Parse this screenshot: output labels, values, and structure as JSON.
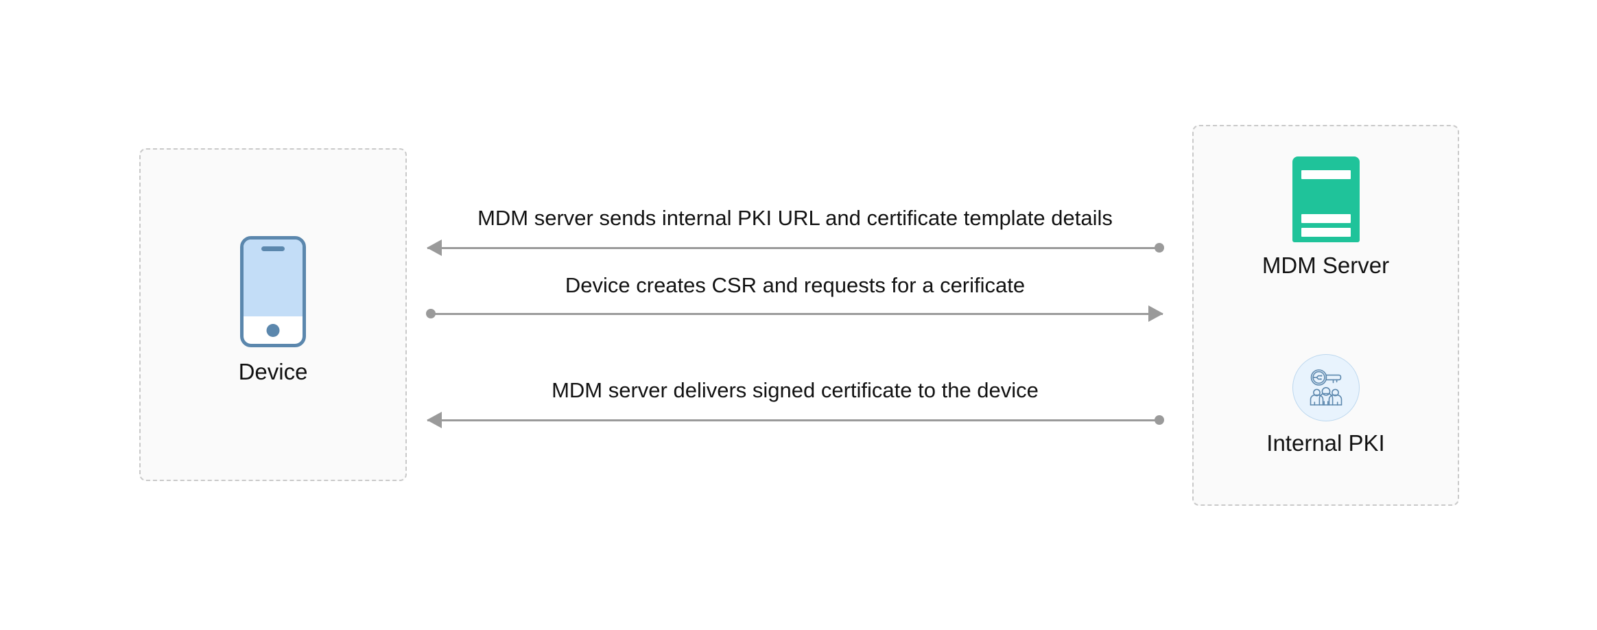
{
  "diagram": {
    "groups": [
      {
        "id": "device",
        "name": "device-group"
      },
      {
        "id": "backend",
        "name": "backend-group"
      }
    ],
    "nodes": [
      {
        "id": "device",
        "label": "Device",
        "icon": "mobile-phone-icon"
      },
      {
        "id": "mdm",
        "label": "MDM Server",
        "icon": "server-rack-icon"
      },
      {
        "id": "pki",
        "label": "Internal PKI",
        "icon": "key-and-people-icon"
      }
    ],
    "messages": [
      {
        "index": 1,
        "label": "MDM server sends internal PKI URL and certificate template details",
        "direction": "right-to-left",
        "start_marker": "dot",
        "end_marker": "arrowhead"
      },
      {
        "index": 2,
        "label": "Device creates CSR and requests for a cerificate",
        "direction": "left-to-right",
        "start_marker": "dot",
        "end_marker": "arrowhead"
      },
      {
        "index": 3,
        "label": "MDM server delivers signed certificate to the device",
        "direction": "right-to-left",
        "start_marker": "dot",
        "end_marker": "arrowhead"
      }
    ],
    "colors": {
      "background": "#ffffff",
      "group_fill": "#fafafa",
      "group_border": "#c9c9c9",
      "arrow": "#9a9a9a",
      "text": "#111111",
      "server_green": "#1fc39a",
      "phone_border": "#5b87ad",
      "phone_screen": "#c3ddf7",
      "pki_circle_fill": "#e8f3fd",
      "pki_icon_stroke": "#5b87ad"
    }
  }
}
